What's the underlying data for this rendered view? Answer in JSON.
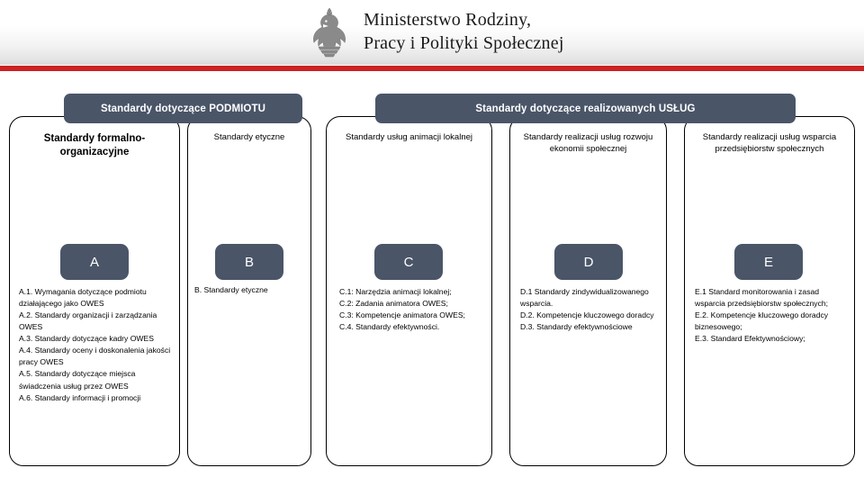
{
  "header": {
    "emblem_name": "polish-eagle-emblem",
    "ministry_line1": "Ministerstwo Rodziny,",
    "ministry_line2": "Pracy i Polityki Społecznej",
    "stripe_color": "#cc2222"
  },
  "theme": {
    "banner_color": "#4a5568",
    "chip_color": "#4a5568",
    "outline_color": "#000000"
  },
  "banners": [
    {
      "id": "podmiotu",
      "label": "Standardy dotyczące PODMIOTU"
    },
    {
      "id": "uslug",
      "label": "Standardy dotyczące realizowanych USŁUG"
    }
  ],
  "columns": [
    {
      "letter": "A",
      "title": "Standardy formalno-\norganizacyjne",
      "title_bold": true,
      "details": "A.1. Wymagania dotyczące podmiotu działającego jako OWES\nA.2. Standardy  organizacji i zarządzania  OWES\nA.3. Standardy dotyczące kadry OWES\nA.4. Standardy oceny i doskonalenia jakości pracy OWES\nA.5. Standardy dotyczące miejsca świadczenia usług przez OWES\nA.6. Standardy informacji i promocji"
    },
    {
      "letter": "B",
      "title": "Standardy etyczne",
      "title_bold": false,
      "details": "B. Standardy etyczne"
    },
    {
      "letter": "C",
      "title": "Standardy usług  animacji lokalnej",
      "title_bold": false,
      "details": "C.1: Narzędzia  animacji lokalnej;\nC.2: Zadania animatora OWES;\nC.3: Kompetencje animatora OWES;\nC.4. Standardy efektywności."
    },
    {
      "letter": "D",
      "title": "Standardy realizacji usług rozwoju ekonomii społecznej",
      "title_bold": false,
      "details": "D.1 Standardy zindywidualizowanego wsparcia.\nD.2. Kompetencje kluczowego doradcy\nD.3. Standardy efektywnościowe"
    },
    {
      "letter": "E",
      "title": "Standardy realizacji usług wsparcia przedsiębiorstw społecznych",
      "title_bold": false,
      "details": "E.1 Standard monitorowania i zasad wsparcia przedsiębiorstw społecznych;\nE.2. Kompetencje kluczowego doradcy biznesowego;\nE.3. Standard Efektywnościowy;"
    }
  ]
}
